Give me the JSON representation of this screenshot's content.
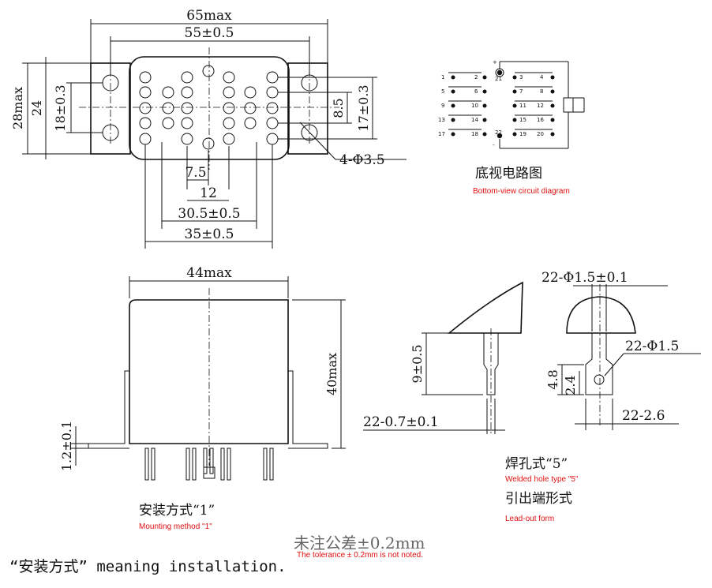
{
  "top_view": {
    "dim_65max": "65max",
    "dim_55": "55±0.5",
    "dim_28max": "28max",
    "dim_24": "24",
    "dim_18": "18±0.3",
    "dim_8_5": "8.5",
    "dim_17": "17±0.3",
    "dim_hole": "4-Φ3.5",
    "dim_7_5": "7.5",
    "dim_12": "12",
    "dim_30_5": "30.5±0.5",
    "dim_35": "35±0.5"
  },
  "circuit": {
    "title_cn": "底视电路图",
    "title_en": "Bottom-view circuit diagram",
    "plus": "+",
    "minus": "-",
    "pins": {
      "p1": "1",
      "p2": "2",
      "p3": "3",
      "p4": "4",
      "p5": "5",
      "p6": "6",
      "p7": "7",
      "p8": "8",
      "p9": "9",
      "p10": "10",
      "p11": "11",
      "p12": "12",
      "p13": "13",
      "p14": "14",
      "p15": "15",
      "p16": "16",
      "p17": "17",
      "p18": "18",
      "p19": "19",
      "p20": "20",
      "p21": "21",
      "p22": "22"
    }
  },
  "side_view": {
    "dim_44max": "44max",
    "dim_40max": "40max",
    "dim_1_2": "1.2±0.1",
    "caption_cn": "安装方式“1”",
    "caption_en": "Mounting method \"1\""
  },
  "terminal": {
    "dim_9": "9±0.5",
    "dim_07": "22-0.7±0.1",
    "dim_15_top": "22-Φ1.5±0.1",
    "dim_15": "22-Φ1.5",
    "dim_4_8": "4.8",
    "dim_2_4": "2.4",
    "dim_2_6": "22-2.6",
    "caption1_cn": "焊孔式“5”",
    "caption1_en": "Welded hole type \"5\"",
    "caption2_cn": "引出端形式",
    "caption2_en": "Lead-out form"
  },
  "notes": {
    "tolerance_cn": "未注公差±0.2mm",
    "tolerance_en": "The tolerance ± 0.2mm is not noted.",
    "meaning": "“安装方式” meaning installation."
  }
}
